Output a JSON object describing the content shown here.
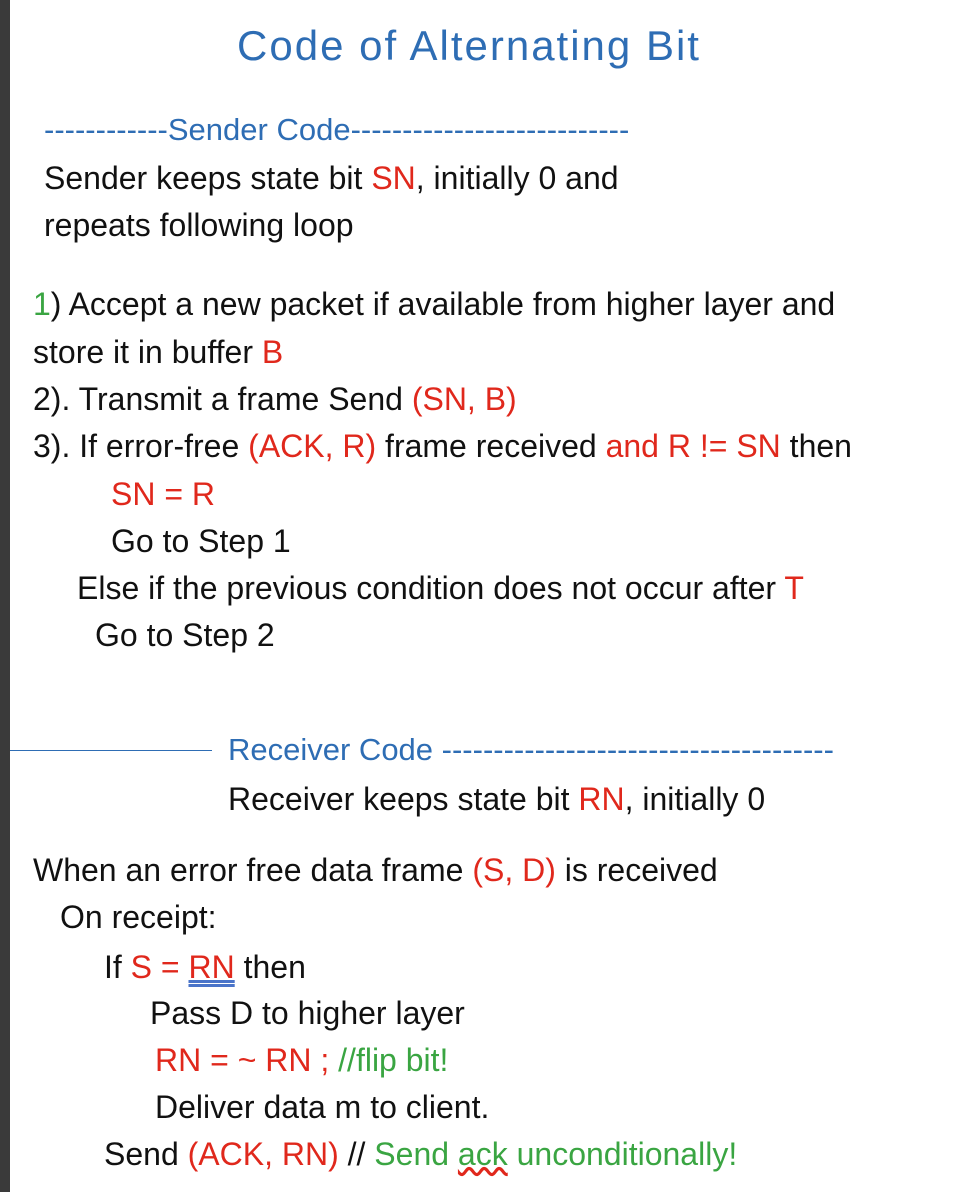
{
  "title": "Code of Alternating Bit",
  "colors": {
    "heading_blue": "#2e6db4",
    "highlight_red": "#e0281c",
    "comment_green": "#3aa542"
  },
  "sender": {
    "heading": "------------Sender Code---------------------------",
    "intro1_a": "Sender keeps state bit ",
    "intro1_sn": "SN",
    "intro1_b": ", initially 0 and",
    "intro2": "repeats following loop",
    "step1_num": "1",
    "step1_a": ") Accept a new packet if available from higher layer and",
    "step1b_a": "store it in buffer ",
    "step1b_b": "B",
    "step2_a": "2). Transmit a frame Send ",
    "step2_b": "(SN, B)",
    "step3_a": "3). If error-free ",
    "step3_b": "(ACK, R)",
    "step3_c": " frame received ",
    "step3_d": "and R != SN",
    "step3_e": " then",
    "assign": "SN = R",
    "goto1": "Go to Step 1",
    "else_a": "Else if the previous condition does not occur after ",
    "else_b": "T",
    "goto2": "Go to Step 2"
  },
  "receiver": {
    "heading": "Receiver Code --------------------------------------",
    "intro_a": "Receiver keeps state bit ",
    "intro_b": "RN",
    "intro_c": ", initially 0",
    "when_a": "When an error free data frame ",
    "when_b": "(S, D)",
    "when_c": " is received",
    "onreceipt": "On receipt:",
    "if_a": "If ",
    "if_b": "S = ",
    "if_c": "RN",
    "if_d": " then",
    "pass": "Pass D to higher layer",
    "flip_a": "RN = ~ RN ; ",
    "flip_b": "//flip bit!",
    "deliver": "Deliver data m to client.",
    "send_a": "Send ",
    "send_b": "(ACK, RN)",
    "send_c": " // ",
    "send_d": "Send ",
    "send_e": "ack",
    "send_f": " unconditionally!"
  }
}
